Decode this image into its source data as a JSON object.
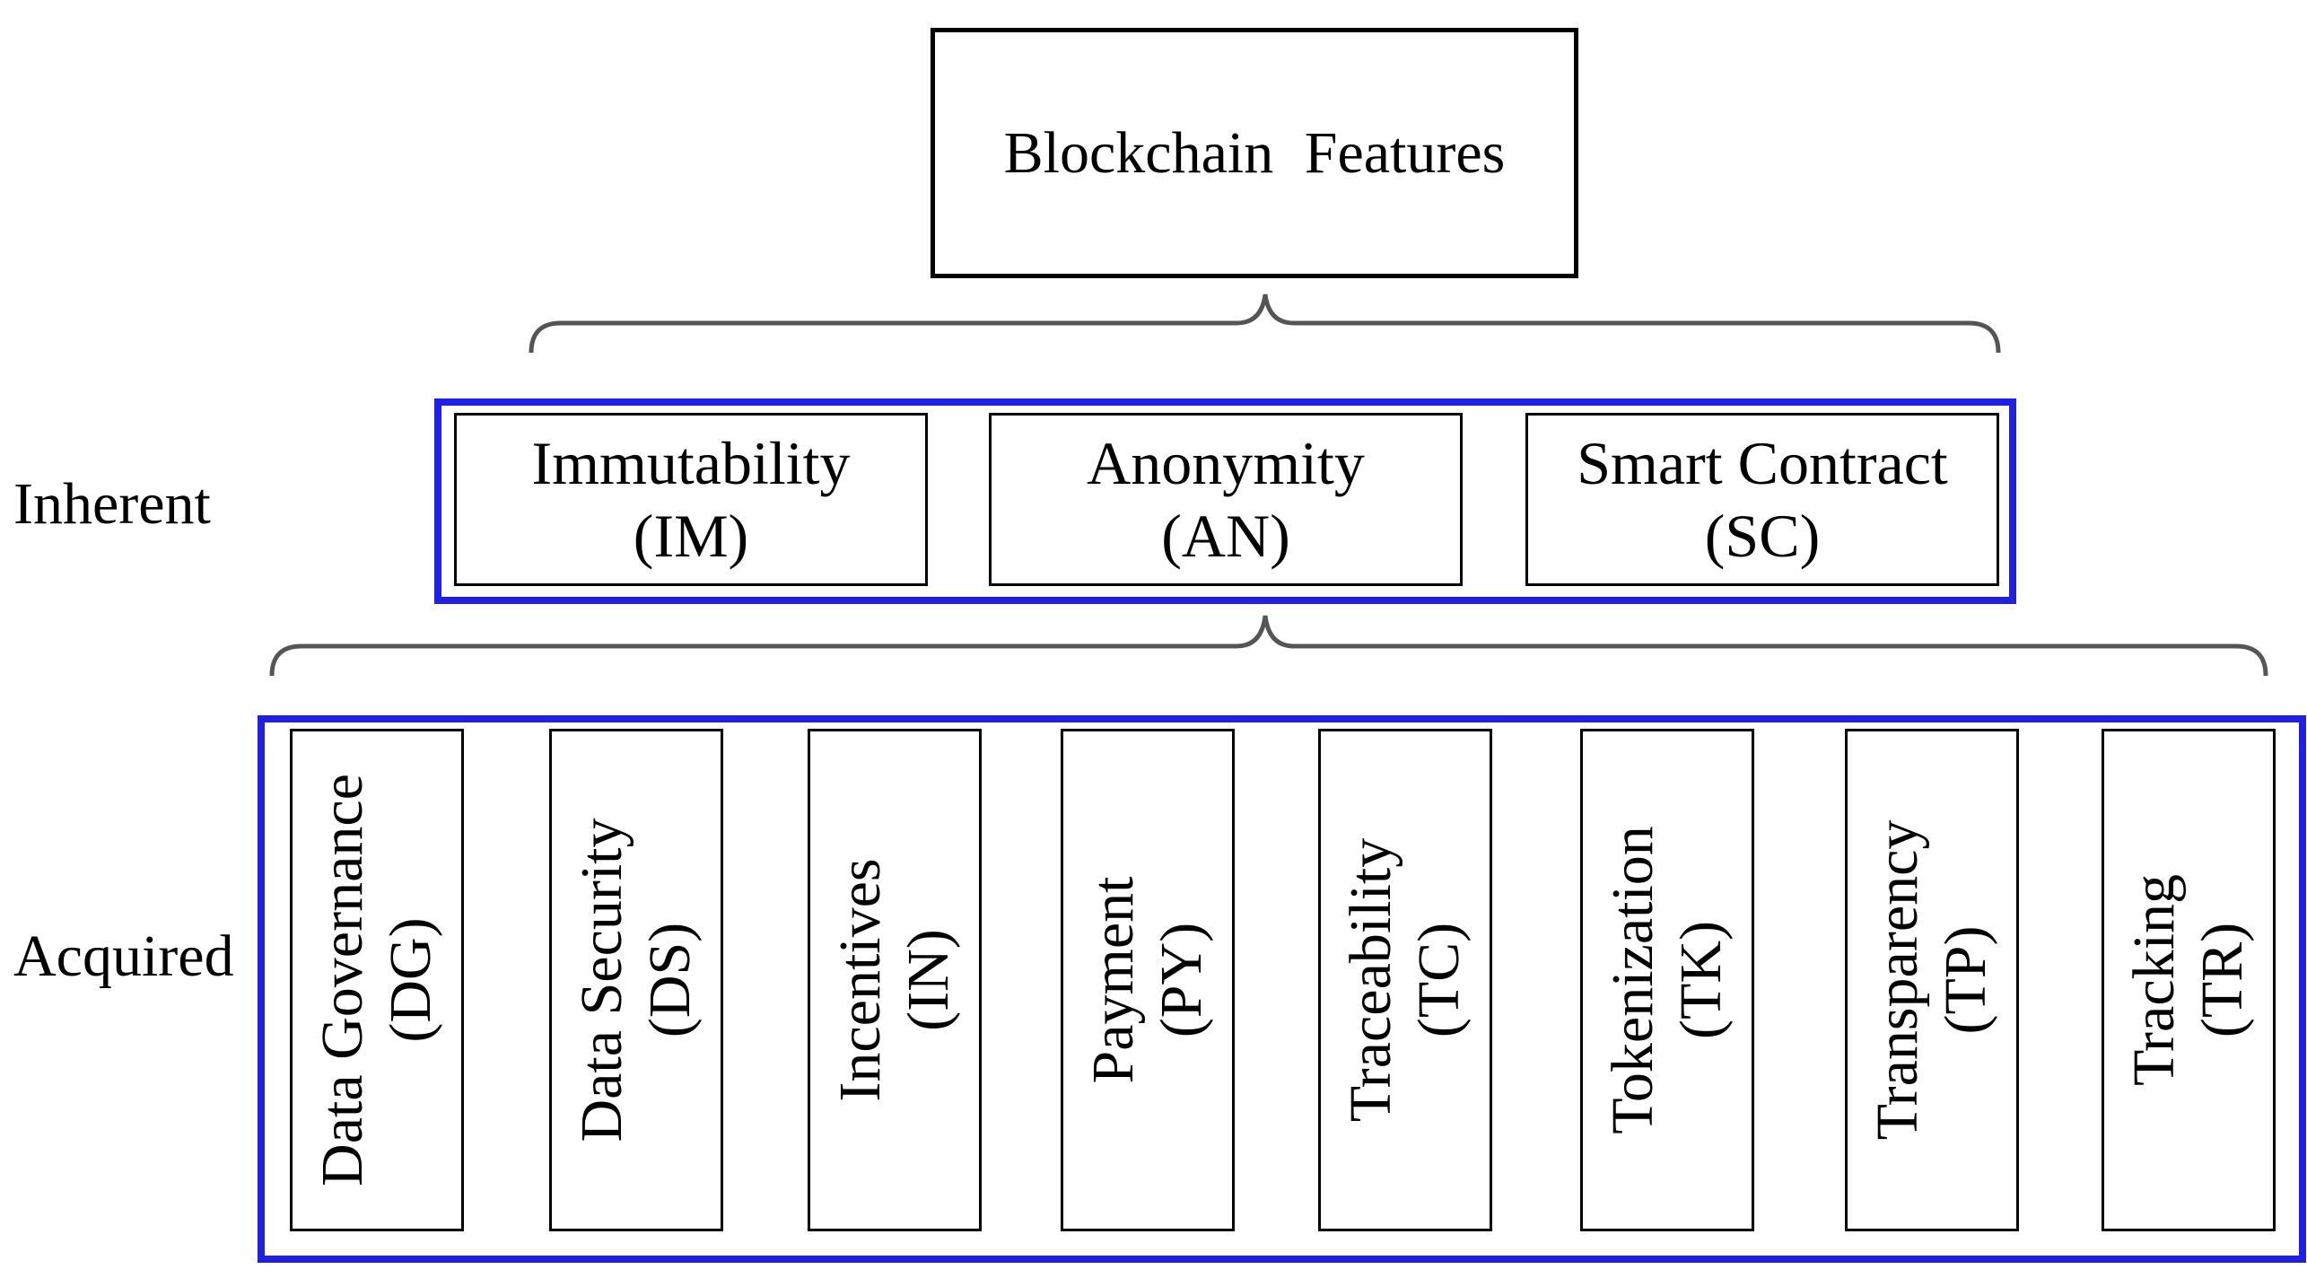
{
  "title": "Blockchain Features",
  "levels": {
    "inherent_label": "Inherent",
    "acquired_label": "Acquired"
  },
  "inherent": [
    {
      "name": "Immutability",
      "code": "(IM)"
    },
    {
      "name": "Anonymity",
      "code": "(AN)"
    },
    {
      "name": "Smart Contract",
      "code": "(SC)"
    }
  ],
  "acquired": [
    {
      "name": "Data Governance",
      "code": "(DG)"
    },
    {
      "name": "Data Security",
      "code": "(DS)"
    },
    {
      "name": "Incentives",
      "code": "(IN)"
    },
    {
      "name": "Payment",
      "code": "(PY)"
    },
    {
      "name": "Traceability",
      "code": "(TC)"
    },
    {
      "name": "Tokenization",
      "code": "(TK)"
    },
    {
      "name": "Transparency",
      "code": "(TP)"
    },
    {
      "name": "Tracking",
      "code": "(TR)"
    }
  ],
  "colors": {
    "group_frame": "#1f1fe6",
    "brace": "#555555",
    "box_border": "#000000"
  }
}
